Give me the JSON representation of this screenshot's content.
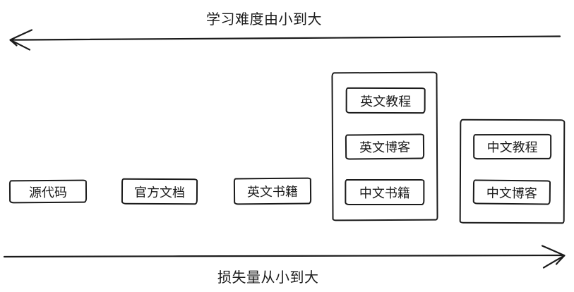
{
  "diagram": {
    "top_axis": {
      "label": "学习难度由小到大",
      "direction": "left"
    },
    "bottom_axis": {
      "label": "损失量从小到大",
      "direction": "right"
    },
    "standalone_boxes": [
      {
        "label": "源代码"
      },
      {
        "label": "官方文档"
      },
      {
        "label": "英文书籍"
      }
    ],
    "groups": [
      {
        "items": [
          {
            "label": "英文教程"
          },
          {
            "label": "英文博客"
          },
          {
            "label": "中文书籍"
          }
        ]
      },
      {
        "items": [
          {
            "label": "中文教程"
          },
          {
            "label": "中文博客"
          }
        ]
      }
    ],
    "colors": {
      "stroke": "#1b1b1b",
      "background": "#ffffff"
    }
  }
}
